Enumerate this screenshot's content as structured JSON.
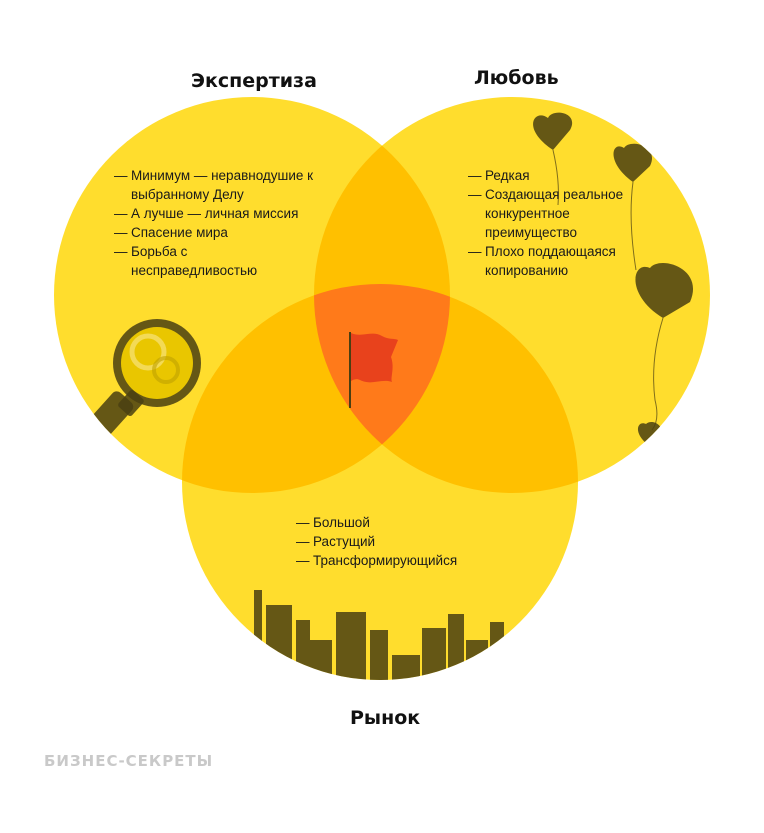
{
  "diagram": {
    "colors": {
      "single": "#ffdd2d",
      "double": "#ffc000",
      "triple": "#ff7a1a",
      "illustration": "#4a3f12"
    },
    "circles": {
      "expertise": {
        "title": "Экспертиза",
        "items": [
          "Минимум — неравнодушие к выбранному Делу",
          "А лучше — личная миссия",
          "Спасение мира",
          "Борьба с несправедливостью"
        ]
      },
      "love": {
        "title": "Любовь",
        "items": [
          "Редкая",
          "Создающая реальное конкурентное преимущество",
          "Плохо поддающаяся копированию"
        ]
      },
      "market": {
        "title": "Рынок",
        "items": [
          "Большой",
          "Растущий",
          "Трансформирующийся"
        ]
      }
    },
    "icons": {
      "expertise": "magnifier-icon",
      "love": "heart-balloons-icon",
      "market": "factory-icon",
      "center": "flag-icon"
    }
  },
  "brand": "БИЗНЕС-СЕКРЕТЫ"
}
